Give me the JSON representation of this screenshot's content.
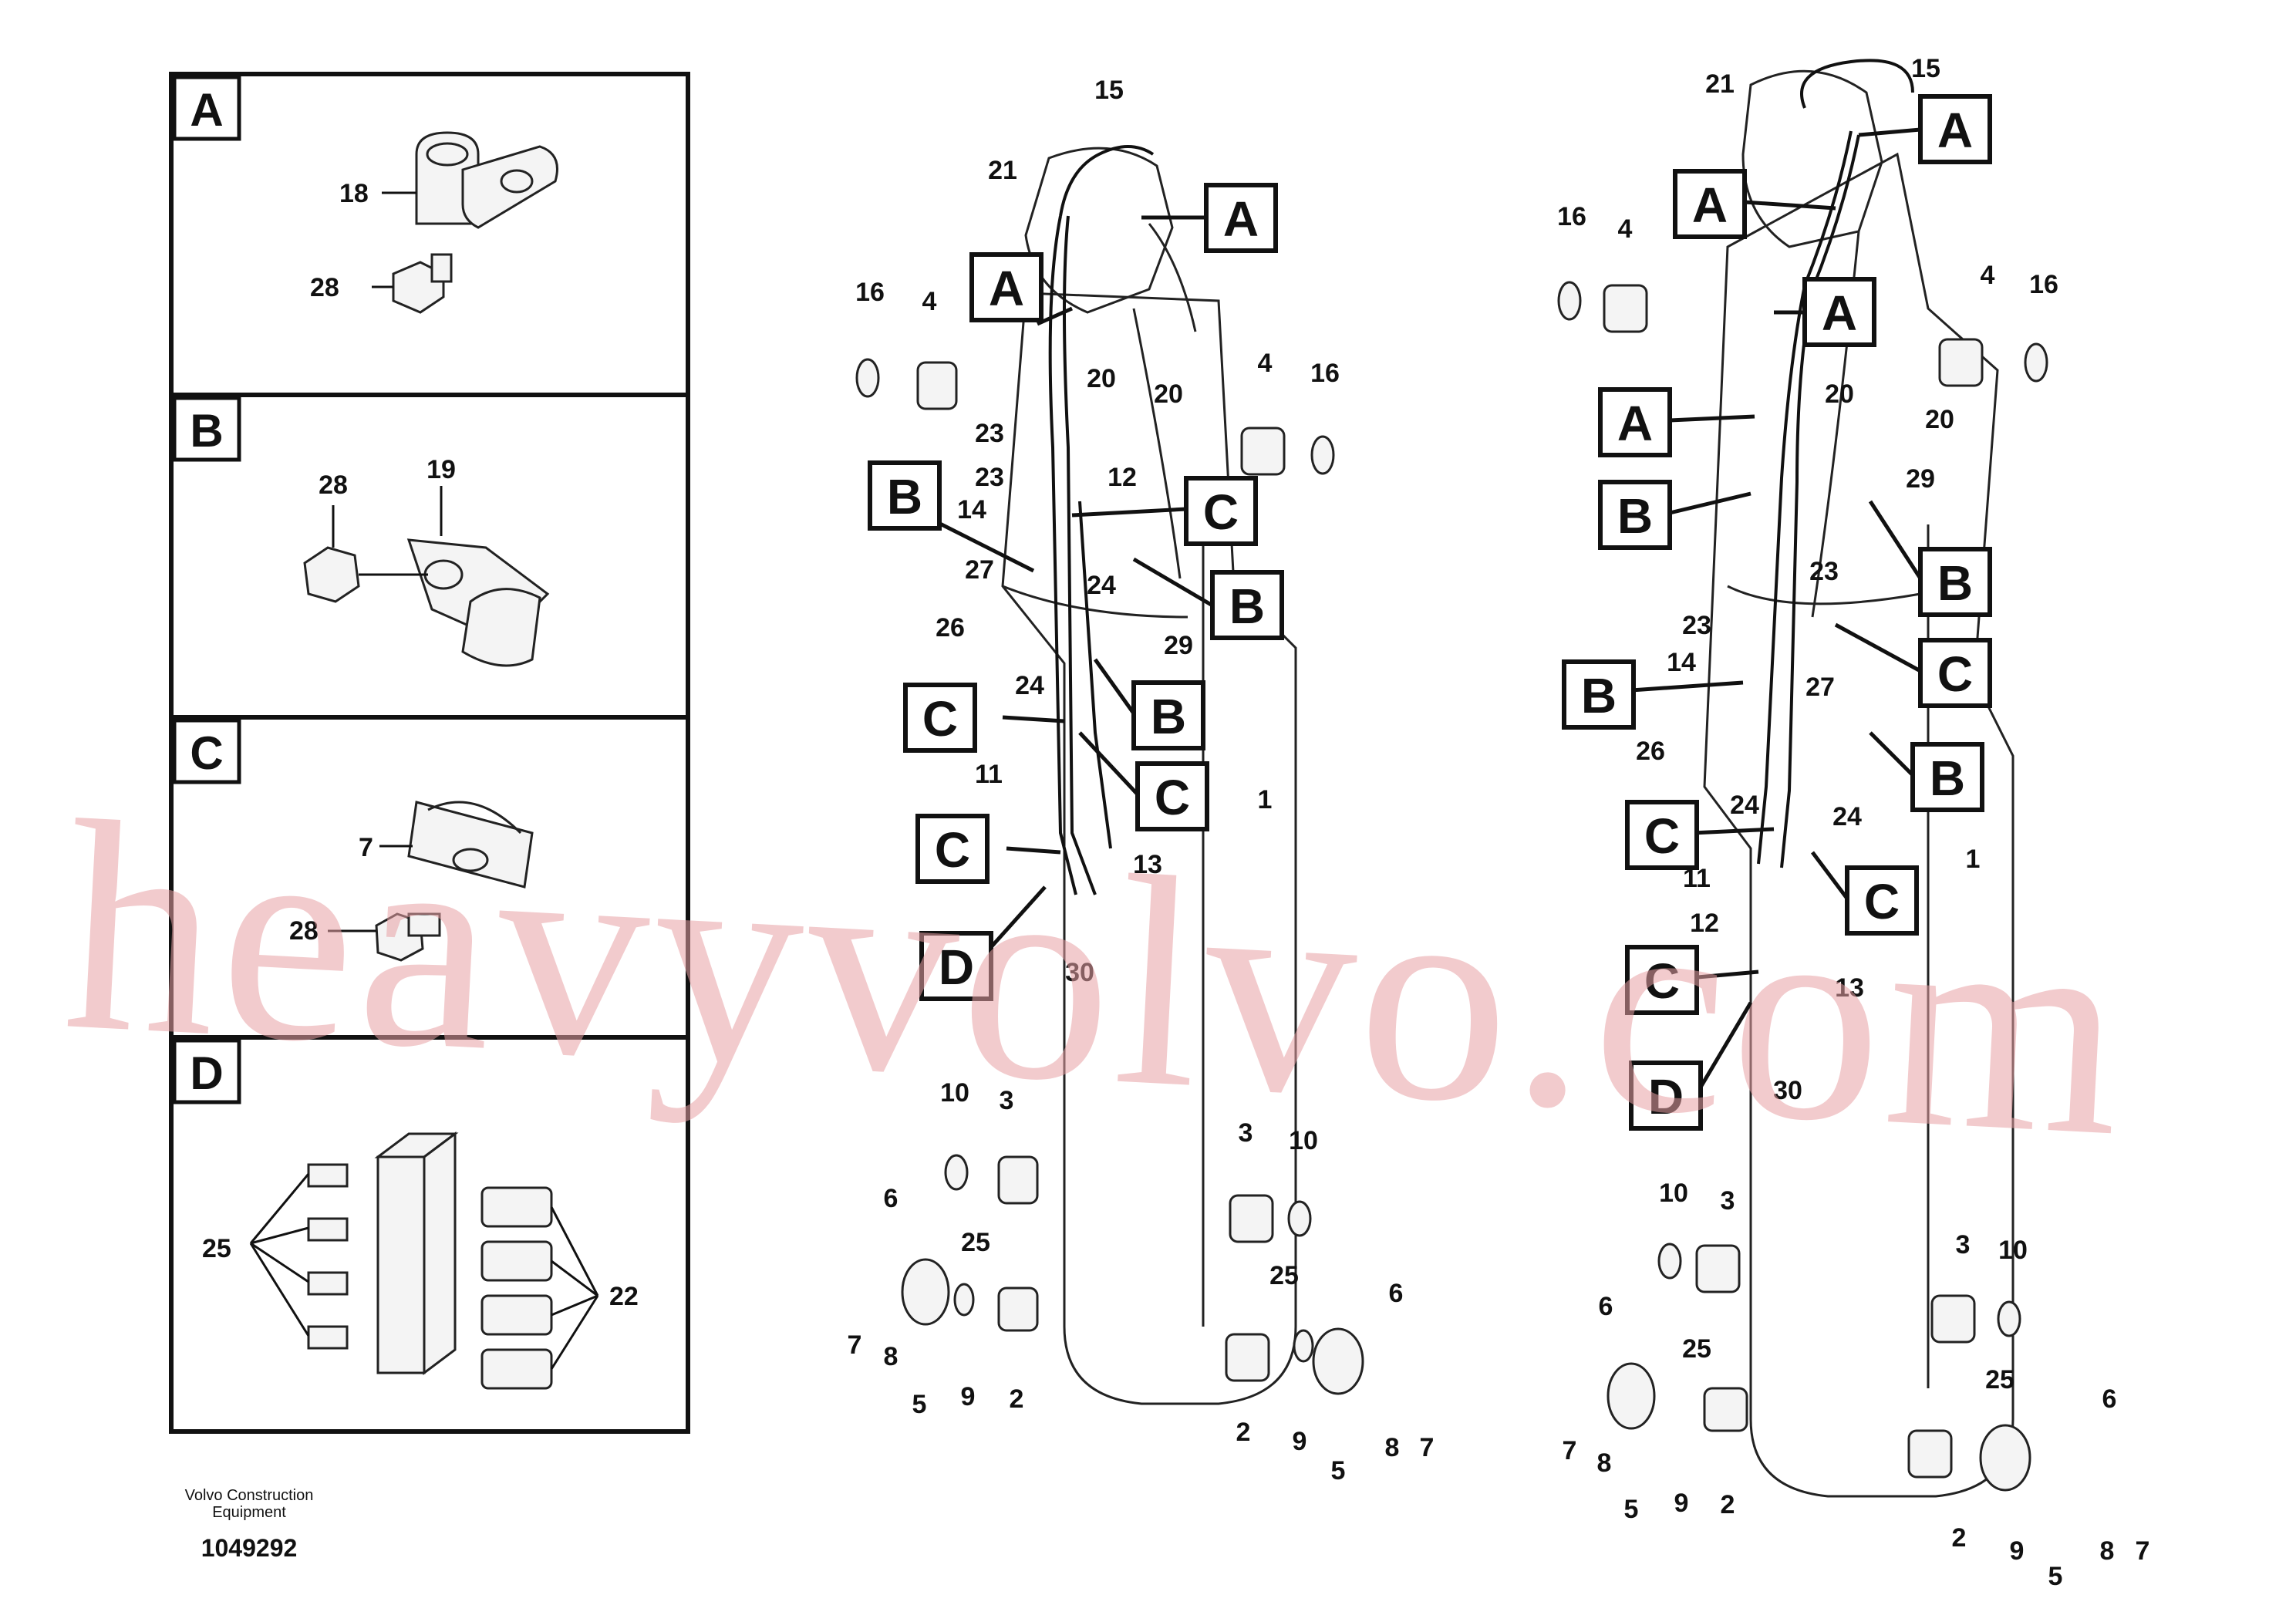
{
  "watermark": "heavyvolvo.com",
  "footer": {
    "brand_line1": "Volvo Construction",
    "brand_line2": "Equipment",
    "drawing_id": "1049292"
  },
  "detail_panels": [
    {
      "letter": "A",
      "labels": [
        "18",
        "28"
      ]
    },
    {
      "letter": "B",
      "labels": [
        "28",
        "19"
      ]
    },
    {
      "letter": "C",
      "labels": [
        "7",
        "28"
      ]
    },
    {
      "letter": "D",
      "labels": [
        "25",
        "22"
      ]
    }
  ],
  "left_assembly_labels": [
    "15",
    "21",
    "16",
    "4",
    "20",
    "23",
    "12",
    "14",
    "27",
    "26",
    "24",
    "11",
    "13",
    "30",
    "1",
    "10",
    "3",
    "6",
    "25",
    "7",
    "8",
    "5",
    "9",
    "2"
  ],
  "left_assembly_callouts": [
    "A",
    "A",
    "B",
    "C",
    "B",
    "C",
    "B",
    "C",
    "C",
    "D"
  ],
  "right_assembly_labels": [
    "21",
    "15",
    "16",
    "4",
    "20",
    "29",
    "23",
    "14",
    "27",
    "26",
    "24",
    "11",
    "12",
    "13",
    "30",
    "1",
    "10",
    "3",
    "6",
    "25",
    "7",
    "8",
    "5",
    "9",
    "2"
  ],
  "right_assembly_callouts": [
    "A",
    "A",
    "A",
    "A",
    "B",
    "B",
    "C",
    "B",
    "B",
    "C",
    "C",
    "D"
  ]
}
